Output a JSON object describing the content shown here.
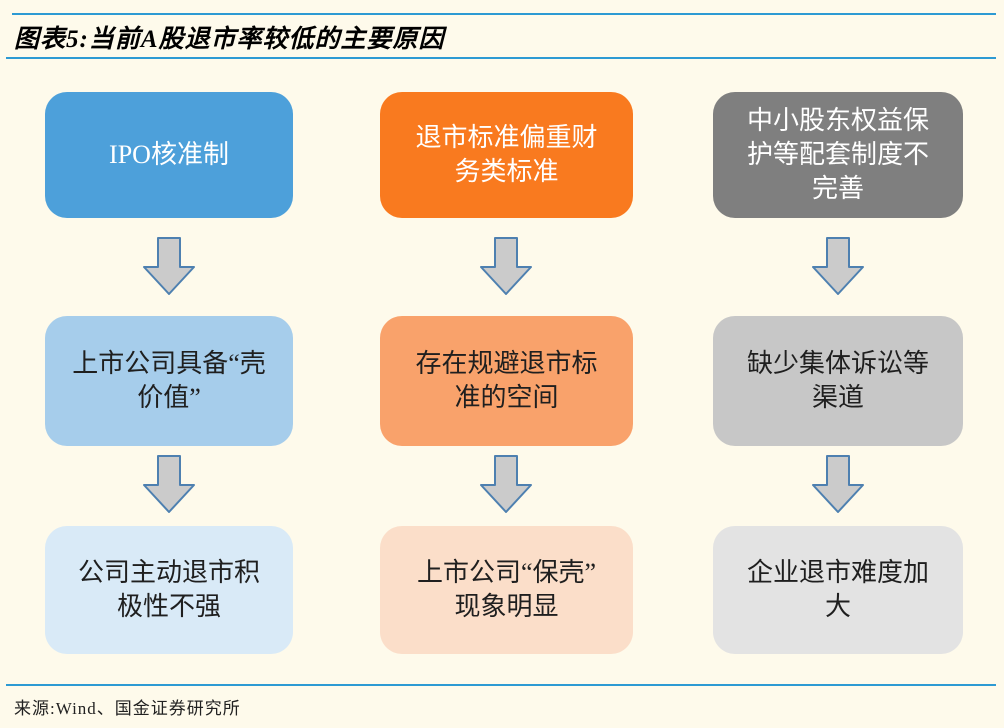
{
  "header": {
    "title": "图表5:当前A股退市率较低的主要原因"
  },
  "footer": {
    "source": "来源:Wind、国金证券研究所"
  },
  "palette": {
    "background": "#FEFAEB",
    "rule_blue": "#2D9AD3",
    "arrow_fill": "#CBCBCB",
    "arrow_stroke": "#4E80B0",
    "column1_fills": [
      "#4DA0DA",
      "#A6CDEB",
      "#D9EAF7"
    ],
    "column2_fills": [
      "#F97A1F",
      "#F9A26B",
      "#FBDEC9"
    ],
    "column3_fills": [
      "#7F7F7F",
      "#C7C7C7",
      "#E3E3E3"
    ],
    "top_row_text": "#FFFFFF",
    "body_text": "#1F1F1F"
  },
  "columns": [
    {
      "boxes": [
        {
          "text": "IPO核准制"
        },
        {
          "text": "上市公司具备“壳\n价值”"
        },
        {
          "text": "公司主动退市积\n极性不强"
        }
      ]
    },
    {
      "boxes": [
        {
          "text": "退市标准偏重财\n务类标准"
        },
        {
          "text": "存在规避退市标\n准的空间"
        },
        {
          "text": "上市公司“保壳”\n现象明显"
        }
      ]
    },
    {
      "boxes": [
        {
          "text": "中小股东权益保\n护等配套制度不\n完善"
        },
        {
          "text": "缺少集体诉讼等\n渠道"
        },
        {
          "text": "企业退市难度加\n大"
        }
      ]
    }
  ]
}
